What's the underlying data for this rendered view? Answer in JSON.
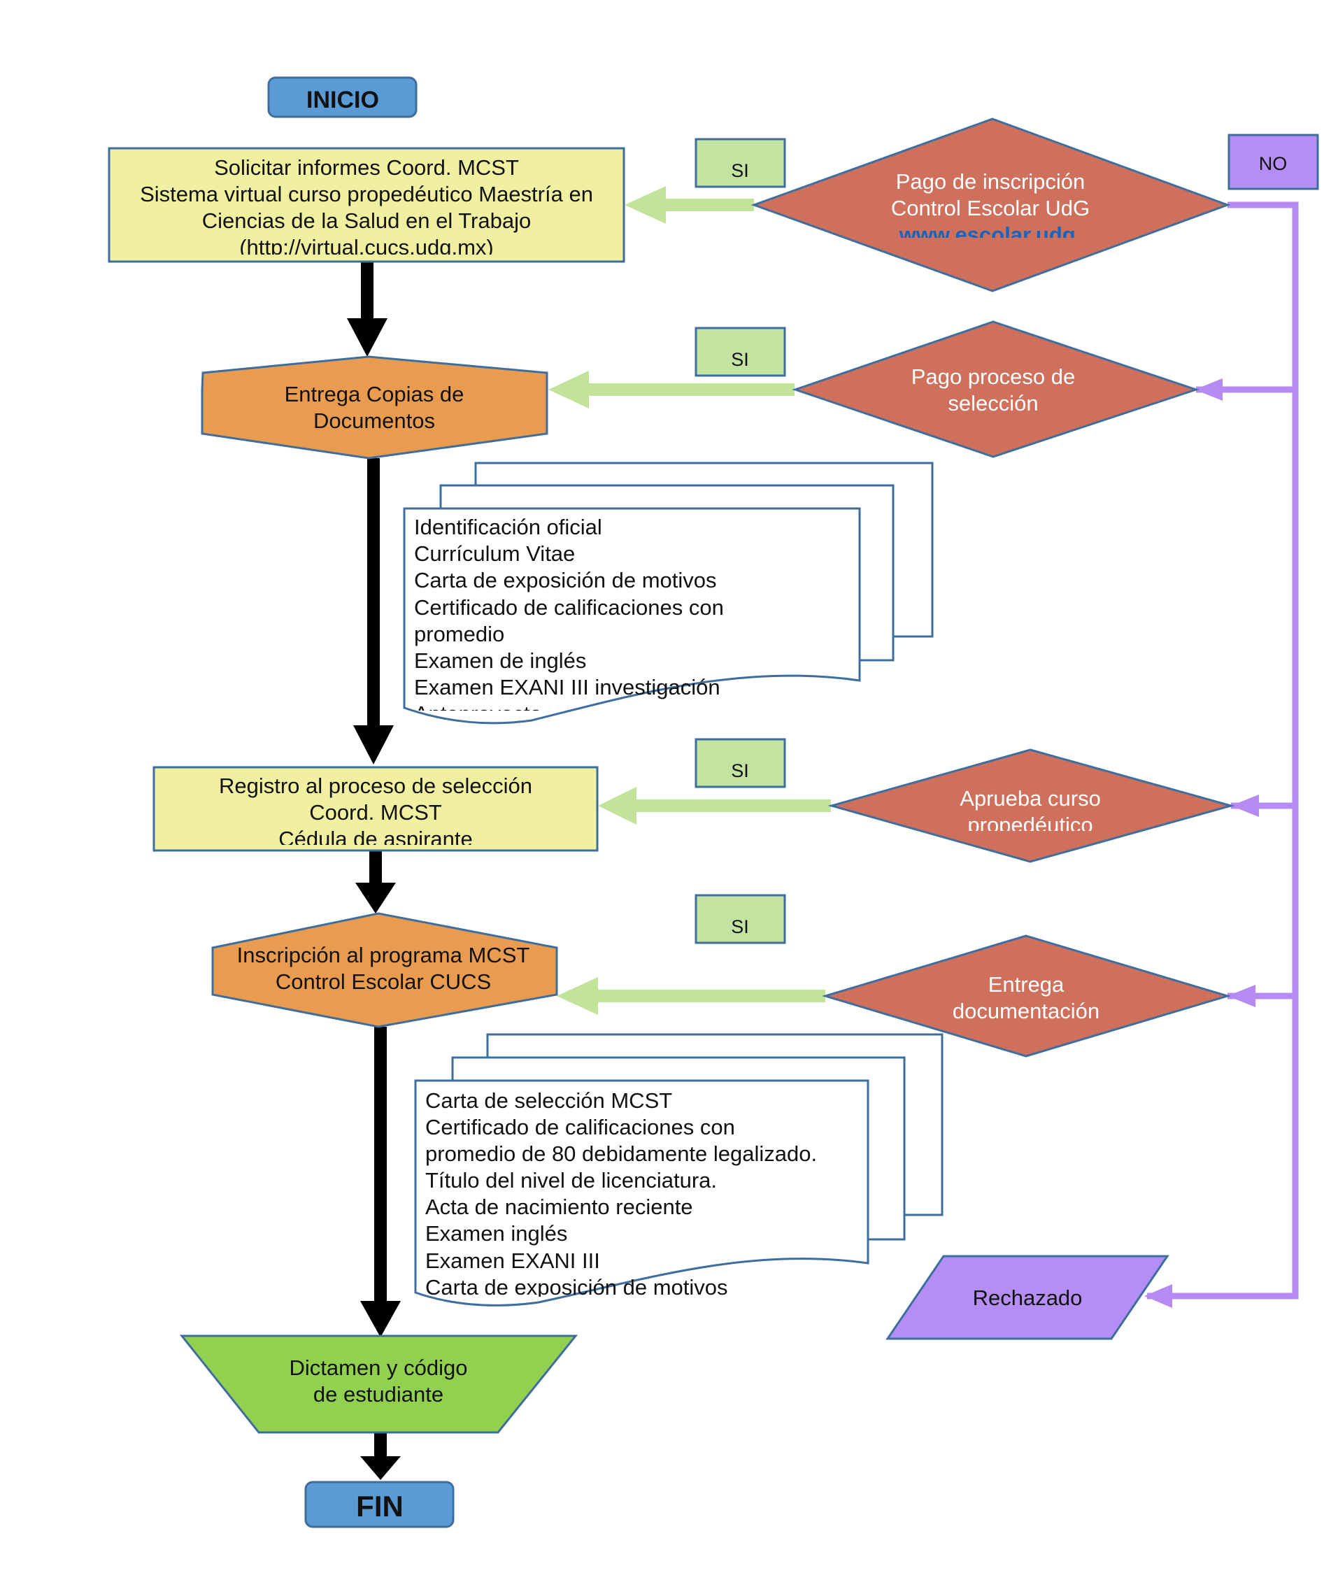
{
  "start": "INICIO",
  "end": "FIN",
  "steps": {
    "solicitar": [
      "Solicitar informes Coord. MCST",
      "Sistema virtual curso propedéutico  Maestría en",
      "Ciencias de la Salud en el Trabajo",
      "(http://virtual.cucs.udg.mx)"
    ],
    "entrega_copias": [
      "Entrega Copias de",
      "Documentos"
    ],
    "registro": [
      "Registro al proceso de selección",
      "Coord. MCST",
      "Cédula de aspirante"
    ],
    "inscripcion": [
      "Inscripción al programa MCST",
      "Control Escolar CUCS"
    ],
    "dictamen": [
      "Dictamen y código",
      "de estudiante"
    ],
    "rechazado": "Rechazado"
  },
  "decisions": {
    "pago_inscripcion": [
      "Pago de inscripción",
      "Control Escolar UdG"
    ],
    "pago_inscripcion_link": "www.escolar.udg.",
    "pago_proceso": [
      "Pago proceso de",
      "selección"
    ],
    "aprueba": [
      "Aprueba curso",
      "propedéutico"
    ],
    "entrega_doc": [
      "Entrega",
      "documentación"
    ]
  },
  "labels": {
    "si": "SI",
    "no": "NO"
  },
  "documents1": [
    "Identificación oficial",
    "Currículum Vitae",
    "Carta de exposición de motivos",
    "Certificado de calificaciones con",
    "promedio",
    "Examen de inglés",
    "Examen EXANI III investigación",
    "Anteproyecto"
  ],
  "documents2": [
    "Carta de selección MCST",
    "Certificado de calificaciones con",
    "promedio de 80 debidamente legalizado.",
    "Título del nivel de licenciatura.",
    "Acta de nacimiento reciente",
    "Examen inglés",
    "Examen EXANI III",
    "Carta de exposición de motivos"
  ],
  "colors": {
    "terminal": "#5b9bd5",
    "process": "#f0f0a0",
    "hexagon": "#e99c50",
    "decision": "#cf705c",
    "si_box": "#c3e3a0",
    "no_box": "#b48ef4",
    "manual": "#92d050",
    "main_arrow": "#000000",
    "yes_arrow": "#c1e39a",
    "no_arrow": "#b58af2",
    "stroke": "#3e6e9e"
  }
}
